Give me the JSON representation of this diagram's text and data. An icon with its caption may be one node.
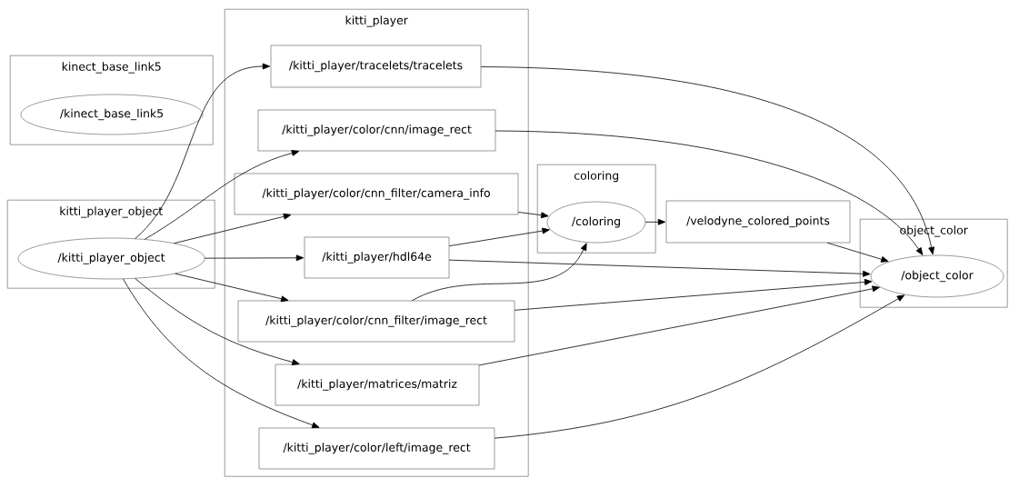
{
  "diagram": {
    "nodes": [
      {
        "text": [
          "kinect_base_link5"
        ]
      },
      {
        "text": [
          "/kinect_base_link5"
        ],
        "in": 0
      },
      {
        "text": [
          "kitti_player_object"
        ]
      },
      {
        "text": [
          "/kitti_player_object"
        ],
        "in": 2
      },
      {
        "text": [
          "kitti_player"
        ]
      },
      {
        "text": [
          "/kitti_player/tracelets/tracelets"
        ],
        "in": 4
      },
      {
        "text": [
          "/kitti_player/color/cnn/image_rect"
        ],
        "in": 4
      },
      {
        "text": [
          "/kitti_player/color/cnn_filter/camera_info"
        ],
        "in": 4
      },
      {
        "text": [
          "/kitti_player/hdl64e"
        ],
        "in": 4
      },
      {
        "text": [
          "/kitti_player/color/cnn_filter/image_rect"
        ],
        "in": 4
      },
      {
        "text": [
          "/kitti_player/matrices/matriz"
        ],
        "in": 4
      },
      {
        "text": [
          "/kitti_player/color/left/image_rect"
        ],
        "in": 4
      },
      {
        "text": [
          "coloring"
        ]
      },
      {
        "text": [
          "/coloring"
        ],
        "in": 12
      },
      {
        "text": [
          "/velodyne_colored_points"
        ]
      },
      {
        "text": [
          "object_color"
        ]
      },
      {
        "text": [
          "/object_color"
        ],
        "in": 15
      }
    ],
    "edges": [
      {
        "from": 3,
        "to": 5,
        "arrow": "to"
      },
      {
        "from": 3,
        "to": 6,
        "arrow": "to"
      },
      {
        "from": 3,
        "to": 7,
        "arrow": "to"
      },
      {
        "from": 3,
        "to": 8,
        "arrow": "to"
      },
      {
        "from": 3,
        "to": 9,
        "arrow": "to"
      },
      {
        "from": 3,
        "to": 10,
        "arrow": "to"
      },
      {
        "from": 3,
        "to": 11,
        "arrow": "to"
      },
      {
        "from": 7,
        "to": 13,
        "arrow": "to"
      },
      {
        "from": 8,
        "to": 13,
        "arrow": "to"
      },
      {
        "from": 9,
        "to": 13,
        "arrow": "to"
      },
      {
        "from": 13,
        "to": 14,
        "arrow": "to"
      },
      {
        "from": 5,
        "to": 16,
        "arrow": "to"
      },
      {
        "from": 6,
        "to": 16,
        "arrow": "to"
      },
      {
        "from": 14,
        "to": 16,
        "arrow": "to"
      },
      {
        "from": 8,
        "to": 16,
        "arrow": "to"
      },
      {
        "from": 9,
        "to": 16,
        "arrow": "to"
      },
      {
        "from": 10,
        "to": 16,
        "arrow": "to"
      },
      {
        "from": 11,
        "to": 16,
        "arrow": "to"
      }
    ]
  }
}
